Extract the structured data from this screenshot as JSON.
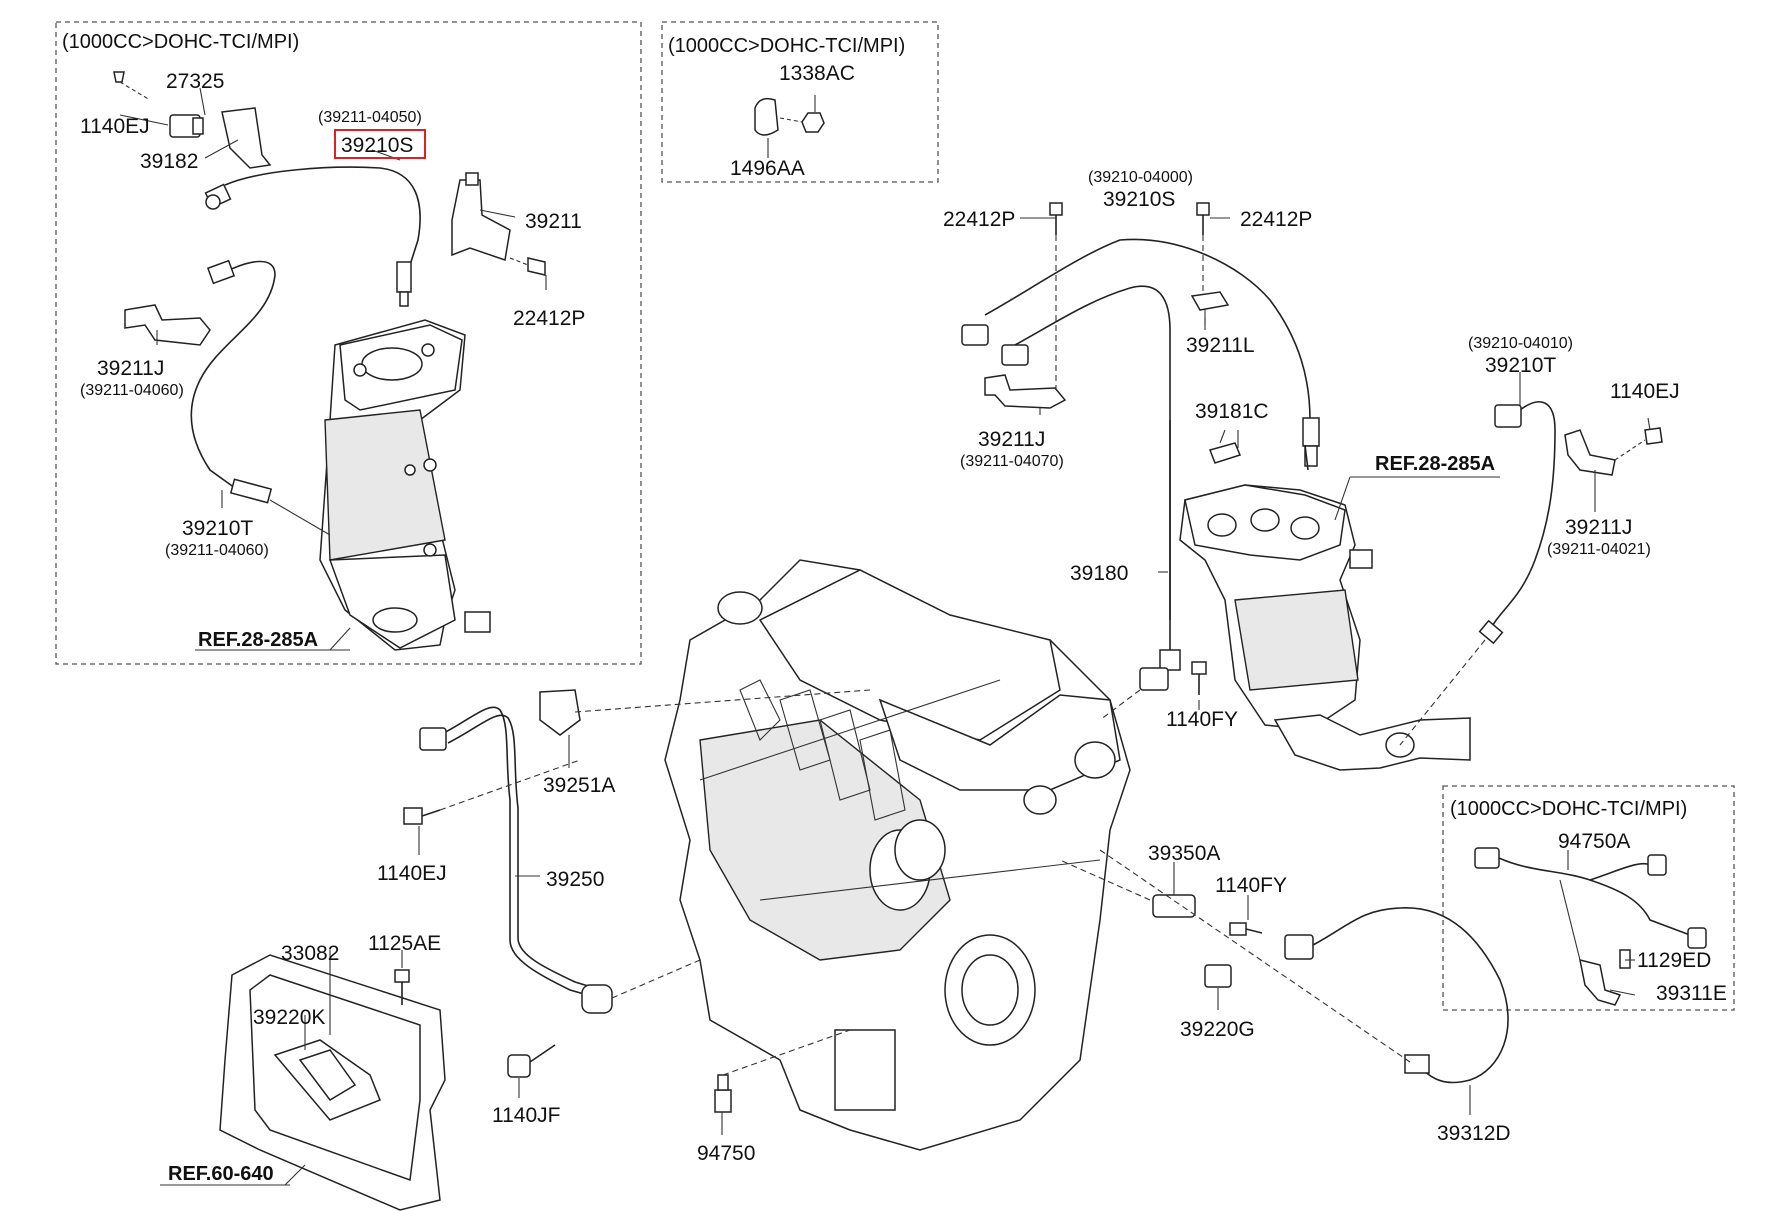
{
  "groups": [
    {
      "header": "(1000CC>DOHC-TCI/MPI)"
    },
    {
      "header": "(1000CC>DOHC-TCI/MPI)"
    },
    {
      "header": "(1000CC>DOHC-TCI/MPI)"
    }
  ],
  "parts": {
    "p27325": "27325",
    "p1140EJ_a": "1140EJ",
    "p39182": "39182",
    "p39210S_a_sub": "(39211-04050)",
    "p39210S_a": "39210S",
    "p39211": "39211",
    "p22412P_a": "22412P",
    "p39211J_a": "39211J",
    "p39211J_a_sub": "(39211-04060)",
    "p39210T_a": "39210T",
    "p39210T_a_sub": "(39211-04060)",
    "ref_28285A_a": "REF.28-285A",
    "p1338AC": "1338AC",
    "p1496AA": "1496AA",
    "p39210S_b_sub": "(39210-04000)",
    "p39210S_b": "39210S",
    "p22412P_b": "22412P",
    "p22412P_c": "22412P",
    "p39211L": "39211L",
    "p39211J_b": "39211J",
    "p39211J_b_sub": "(39211-04070)",
    "p39181C": "39181C",
    "p39180": "39180",
    "p1140FY_a": "1140FY",
    "ref_28285A_b": "REF.28-285A",
    "p39210T_b_sub": "(39210-04010)",
    "p39210T_b": "39210T",
    "p1140EJ_b": "1140EJ",
    "p39211J_c": "39211J",
    "p39211J_c_sub": "(39211-04021)",
    "p39251A": "39251A",
    "p1140EJ_c": "1140EJ",
    "p39250": "39250",
    "p33082": "33082",
    "p1125AE": "1125AE",
    "p39220K": "39220K",
    "ref_60640": "REF.60-640",
    "p1140JF": "1140JF",
    "p94750": "94750",
    "p39350A": "39350A",
    "p1140FY_b": "1140FY",
    "p39220G": "39220G",
    "p39312D": "39312D",
    "p94750A": "94750A",
    "p1129ED": "1129ED",
    "p39311E": "39311E"
  },
  "highlight": {
    "color": "#e02020",
    "part": "39210S"
  }
}
